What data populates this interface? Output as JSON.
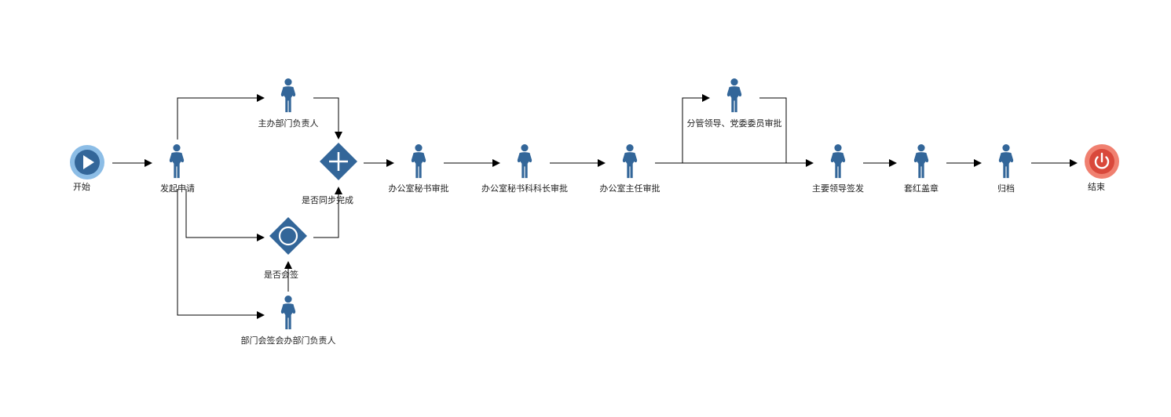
{
  "colors": {
    "node": "#336699",
    "start_outer": "#8cbde6",
    "start_inner": "#336699",
    "end_outer": "#f08070",
    "end_inner": "#d9483b",
    "line": "#000000",
    "text": "#222222"
  },
  "nodes": {
    "start": {
      "label": "开始",
      "icon": "play-icon"
    },
    "apply": {
      "label": "发起申请",
      "icon": "person-icon"
    },
    "host_dept_head": {
      "label": "主办部门负责人",
      "icon": "person-icon"
    },
    "sync_gateway": {
      "label": "是否同步完成",
      "icon": "parallel-gateway-icon"
    },
    "countersign_gateway": {
      "label": "是否会签",
      "icon": "event-gateway-icon"
    },
    "cosign_dept_head": {
      "label": "部门会签会办部门负责人",
      "icon": "person-icon"
    },
    "office_secretary": {
      "label": "办公室秘书审批",
      "icon": "person-icon"
    },
    "office_section_chief": {
      "label": "办公室秘书科科长审批",
      "icon": "person-icon"
    },
    "office_director": {
      "label": "办公室主任审批",
      "icon": "person-icon"
    },
    "branch_leader": {
      "label": "分管领导、党委委员审批",
      "icon": "person-icon"
    },
    "main_leader": {
      "label": "主要领导签发",
      "icon": "person-icon"
    },
    "red_seal": {
      "label": "套红盖章",
      "icon": "person-icon"
    },
    "archive": {
      "label": "归档",
      "icon": "person-icon"
    },
    "end": {
      "label": "结束",
      "icon": "power-icon"
    }
  }
}
